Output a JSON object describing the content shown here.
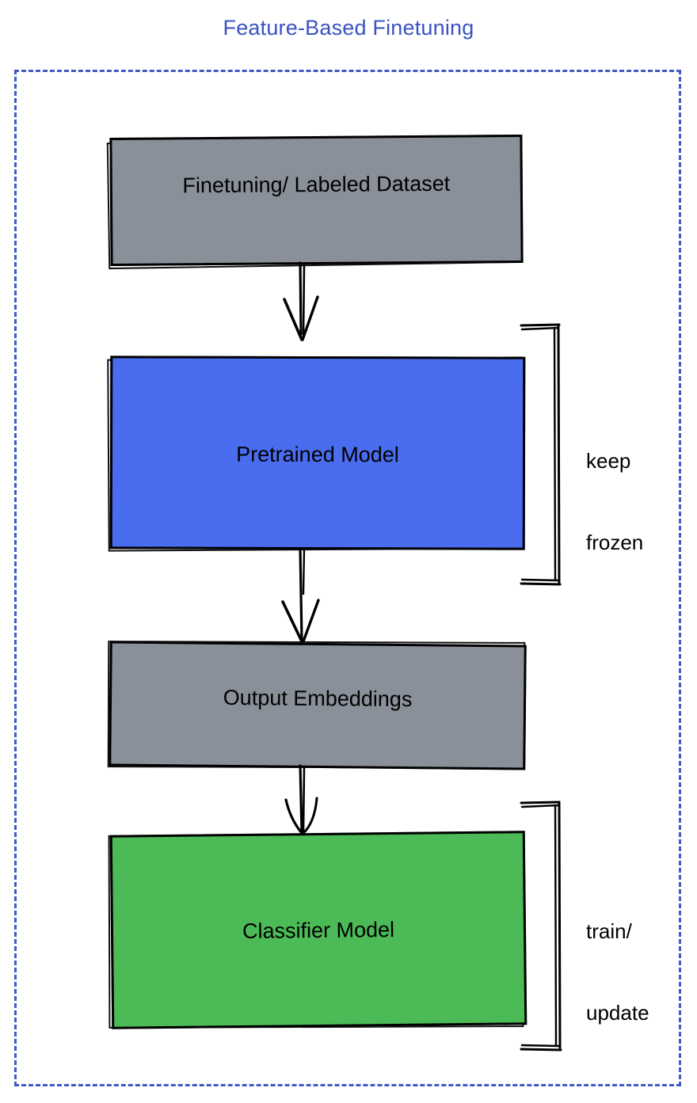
{
  "title": "Feature-Based Finetuning",
  "colors": {
    "title_blue": "#3b52c4",
    "frame_dash_blue": "#3f5ac4",
    "node_gray": "#8a9099",
    "node_blue": "#4a6cee",
    "node_green": "#4cbb57",
    "stroke_black": "#000000",
    "background": "#ffffff"
  },
  "diagram": {
    "type": "flowchart",
    "orientation": "vertical-top-to-bottom",
    "nodes": [
      {
        "id": "dataset",
        "label": "Finetuning/ Labeled Dataset",
        "fill": "#8a9099",
        "order": 1
      },
      {
        "id": "pretrained",
        "label": "Pretrained Model",
        "fill": "#4a6cee",
        "order": 2
      },
      {
        "id": "embeddings",
        "label": "Output Embeddings",
        "fill": "#8a9099",
        "order": 3
      },
      {
        "id": "classifier",
        "label": "Classifier Model",
        "fill": "#4cbb57",
        "order": 4
      }
    ],
    "edges": [
      {
        "from": "dataset",
        "to": "pretrained",
        "style": "arrow-down"
      },
      {
        "from": "pretrained",
        "to": "embeddings",
        "style": "arrow-down"
      },
      {
        "from": "embeddings",
        "to": "classifier",
        "style": "arrow-down"
      }
    ],
    "annotations": [
      {
        "id": "keep-frozen",
        "target": "pretrained",
        "line1": "keep",
        "line2": "frozen",
        "bracket": "right-curly-square"
      },
      {
        "id": "train-update",
        "target": "classifier",
        "line1": "train/",
        "line2": "update",
        "bracket": "right-curly-square"
      }
    ]
  }
}
